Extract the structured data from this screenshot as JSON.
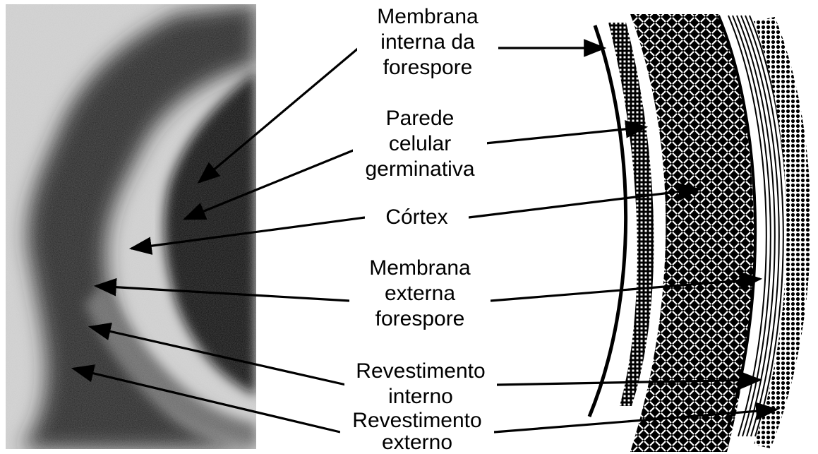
{
  "labels": {
    "inner_membrane": [
      "Membrana",
      "interna da",
      "forespore"
    ],
    "germ_cell_wall": [
      "Parede",
      "celular",
      "germinativa"
    ],
    "cortex": [
      "Córtex"
    ],
    "outer_membrane": [
      "Membrana",
      "externa",
      "forespore"
    ],
    "inner_coat": [
      "Revestimento",
      "interno"
    ],
    "outer_coat": [
      "Revestimento",
      "externo"
    ]
  },
  "colors": {
    "ink": "#000000",
    "background": "#ffffff",
    "micrograph_dark": "#262626",
    "micrograph_light": "#d6d6d6"
  }
}
